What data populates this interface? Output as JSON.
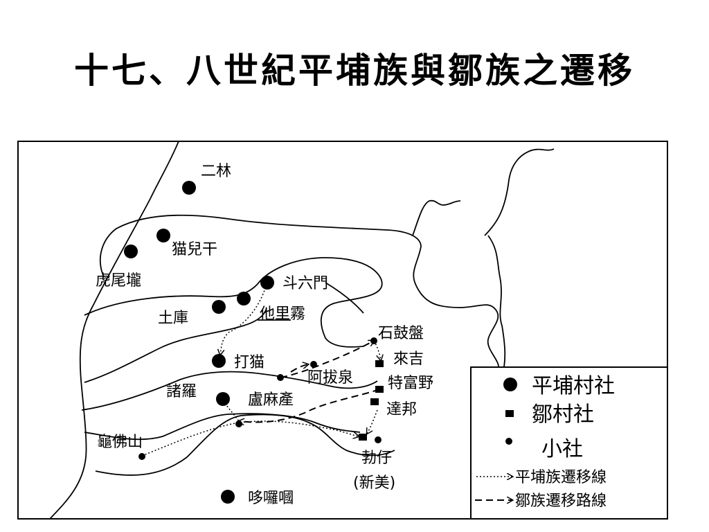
{
  "title": "十七、八世紀平埔族與鄒族之遷移",
  "places": {
    "erlin": "二林",
    "maoergan": "猫兒干",
    "huweilong": "虎尾壠",
    "douliumen": "斗六門",
    "tuku": "土庫",
    "talilo": "他里霧",
    "shigupan": "石鼓盤",
    "laiji": "來吉",
    "damao": "打猫",
    "abaquan": "阿拔泉",
    "tefuye": "特富野",
    "zhuluo": "諸羅",
    "lumachan": "盧麻產",
    "dabang": "達邦",
    "guifoshan": "龜佛山",
    "bozai": "勃仔",
    "xinmei": "(新美)",
    "duoluoguo": "哆囉嘓"
  },
  "legend": {
    "pingpu_village": "平埔村社",
    "zou_village": "鄒村社",
    "small_village": "小社",
    "pingpu_route": "平埔族遷移線",
    "zou_route": "鄒族遷移路線"
  }
}
